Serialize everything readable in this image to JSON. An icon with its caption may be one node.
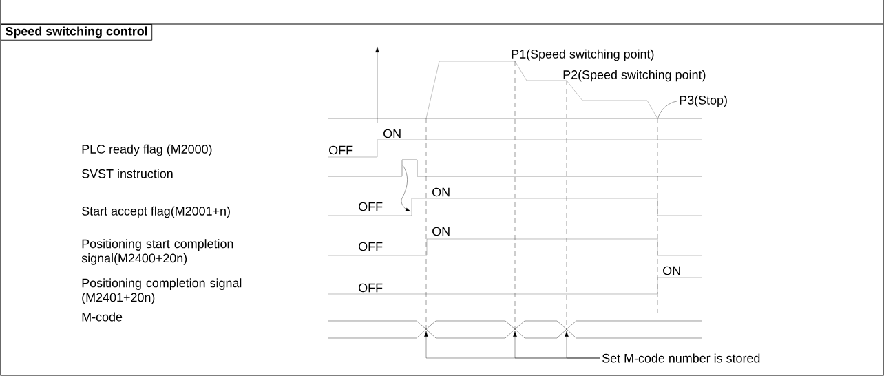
{
  "diagram": {
    "title": "Speed switching control",
    "nodes": [
      {
        "text": [
          "P3(Stop)"
        ]
      },
      {
        "text": [
          "Set M-code number is stored"
        ]
      }
    ],
    "edges": [
      {
        "from": 0,
        "to": null,
        "arrow": "none"
      },
      {
        "from": 1,
        "to": null,
        "arrow": "to"
      },
      {
        "from": 1,
        "to": null,
        "arrow": "to"
      },
      {
        "from": 1,
        "to": null,
        "arrow": "to"
      }
    ],
    "labels": [
      "P1(Speed switching point)",
      "P2(Speed switching point)",
      "ON",
      "PLC ready flag (M2000)",
      "OFF",
      "SVST  instruction",
      "ON",
      "OFF",
      "Start accept flag(M2001+n)",
      "ON",
      "Positioning start completion signal(M2400+20n)",
      "OFF",
      "ON",
      "Positioning completion signal (M2401+20n)",
      "OFF",
      "M-code"
    ]
  }
}
